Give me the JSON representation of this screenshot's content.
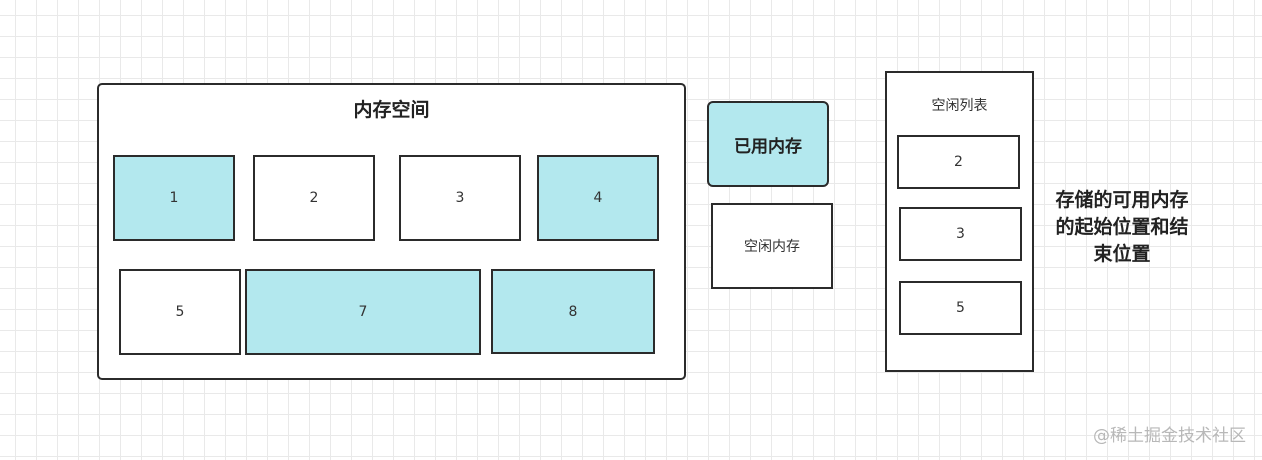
{
  "memory_space": {
    "title": "内存空间",
    "blocks": [
      {
        "label": "1",
        "state": "used"
      },
      {
        "label": "2",
        "state": "free"
      },
      {
        "label": "3",
        "state": "free"
      },
      {
        "label": "4",
        "state": "used"
      },
      {
        "label": "5",
        "state": "free"
      },
      {
        "label": "7",
        "state": "used"
      },
      {
        "label": "8",
        "state": "used"
      }
    ]
  },
  "legend": {
    "used_label": "已用内存",
    "free_label": "空闲内存",
    "used_color": "#b3e8ee",
    "free_color": "#ffffff"
  },
  "free_list": {
    "title": "空闲列表",
    "items": [
      "2",
      "3",
      "5"
    ]
  },
  "note": {
    "line1": "存储的可用内存",
    "line2": "的起始位置和结",
    "line3": "束位置"
  },
  "watermark": "@稀土掘金技术社区"
}
